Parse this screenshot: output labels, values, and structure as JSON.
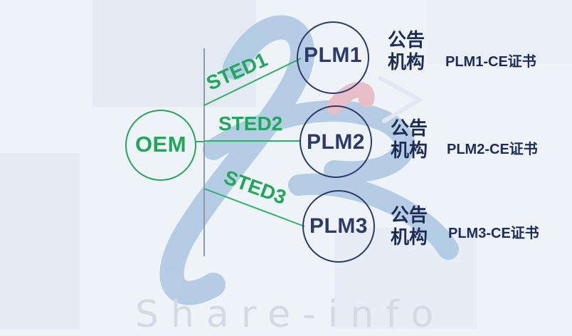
{
  "nodes": {
    "oem": "OEM",
    "plm1": "PLM1",
    "plm2": "PLM2",
    "plm3": "PLM3"
  },
  "edges": {
    "sted1": "STED1",
    "sted2": "STED2",
    "sted3": "STED3"
  },
  "rows": [
    {
      "agency": [
        "公告",
        "机构"
      ],
      "certificate": "PLM1-CE证书"
    },
    {
      "agency": [
        "公告",
        "机构"
      ],
      "certificate": "PLM2-CE证书"
    },
    {
      "agency": [
        "公告",
        "机构"
      ],
      "certificate": "PLM3-CE证书"
    }
  ],
  "watermark": "Share-info",
  "colors": {
    "green": "#1ea85a",
    "navy": "#2b3a6b",
    "logo_blue": "#aac7e2",
    "logo_red": "#e8b7c0"
  }
}
